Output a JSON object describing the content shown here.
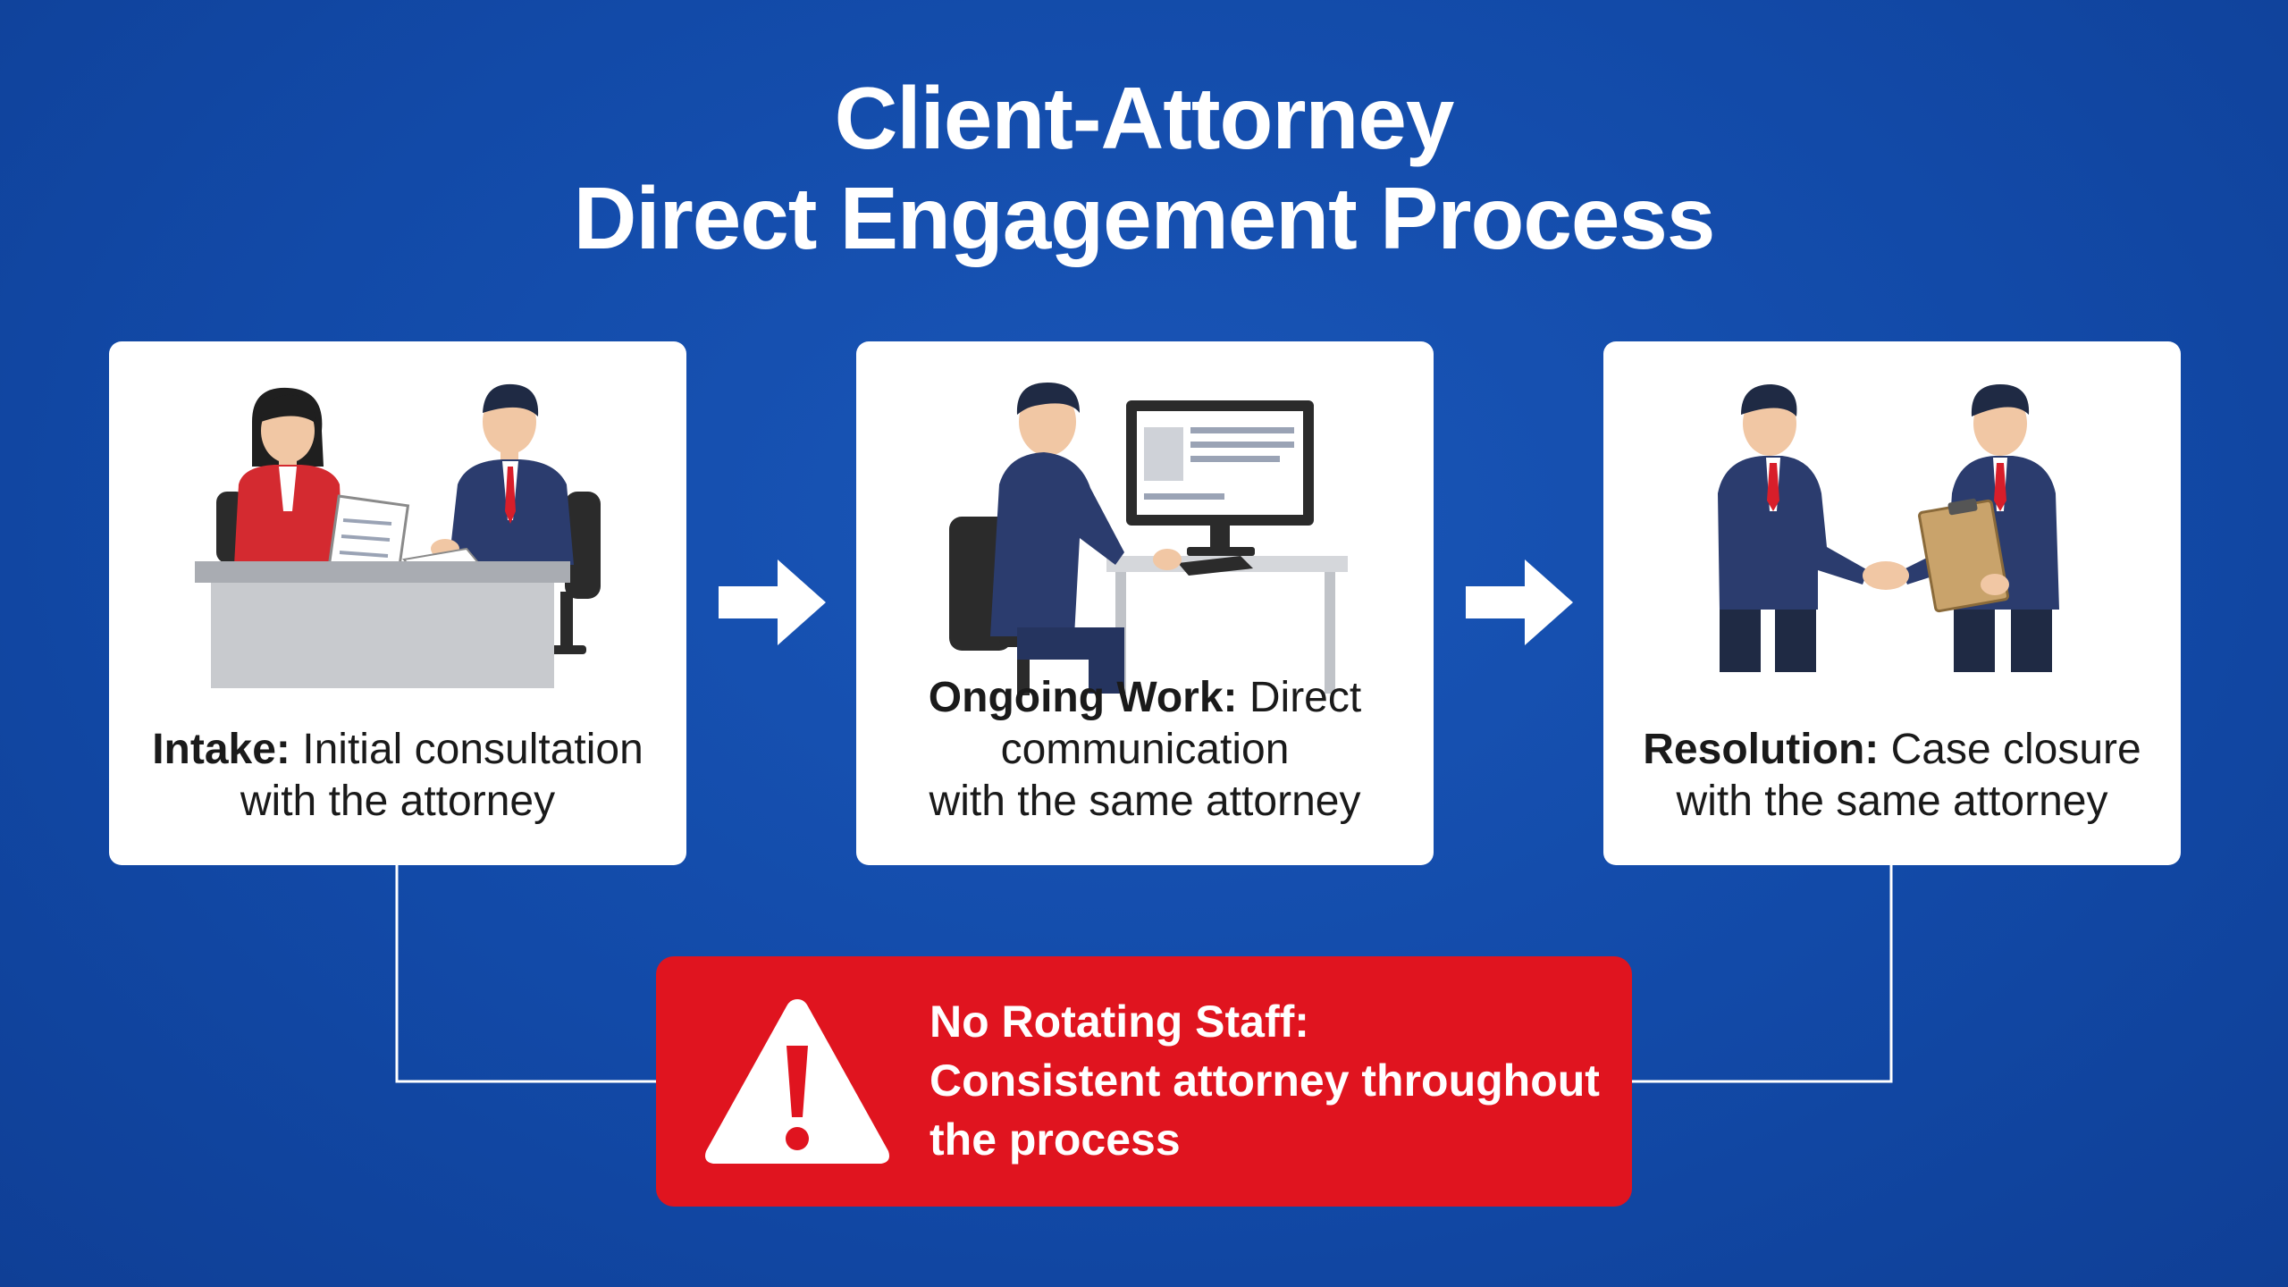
{
  "title": {
    "line1": "Client-Attorney",
    "line2": "Direct Engagement Process"
  },
  "steps": [
    {
      "label": "Intake:",
      "text_line1": "Initial consultation",
      "text_line2": "with the attorney",
      "icon": "consultation-meeting-icon"
    },
    {
      "label": "Ongoing Work:",
      "text_line1": "Direct",
      "text_line2": "communication",
      "text_line3": "with the same attorney",
      "icon": "attorney-at-computer-icon"
    },
    {
      "label": "Resolution:",
      "text_line1": "Case closure",
      "text_line2": "with the same attorney",
      "icon": "handshake-icon"
    }
  ],
  "warning": {
    "line1": "No Rotating Staff:",
    "line2": "Consistent attorney throughout",
    "line3": "the process",
    "icon": "warning-triangle-icon"
  },
  "colors": {
    "background": "#124aa8",
    "card": "#ffffff",
    "warning": "#e0141f",
    "suit": "#2b3c6e",
    "tie": "#d81e2a"
  }
}
